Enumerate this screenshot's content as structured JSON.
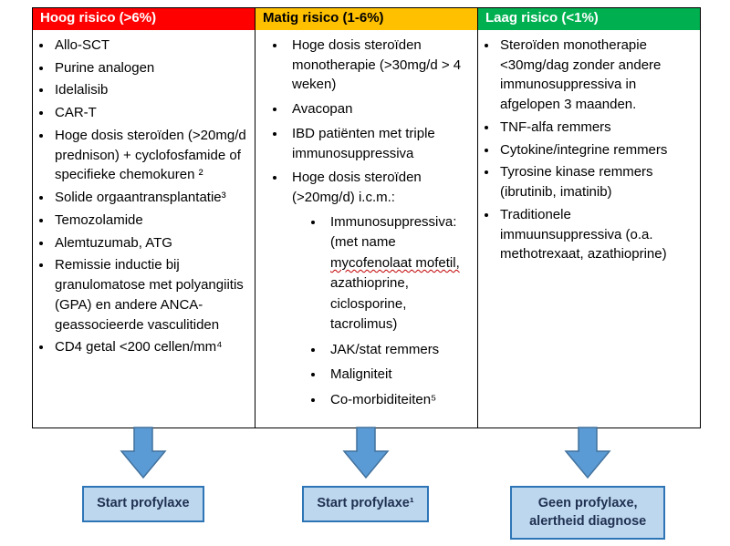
{
  "diagram": {
    "palette": {
      "box_bg": "#bdd7ee",
      "box_border": "#2e75b6",
      "arrow_fill": "#5b9bd5",
      "arrow_stroke": "#41719c"
    },
    "columns": [
      {
        "header": "Hoog risico (>6%)",
        "header_bg": "#ff0000",
        "header_color": "#ffffff",
        "items": [
          "Allo-SCT",
          "Purine analogen",
          "Idelalisib",
          "CAR-T",
          "Hoge dosis steroïden (>20mg/d prednison) + cyclofosfamide of specifieke chemokuren ²",
          "Solide orgaantransplantatie³",
          "Temozolamide",
          "Alemtuzumab, ATG",
          "Remissie inductie bij granulomatose met polyangiitis (GPA) en andere ANCA-geassocieerde vasculitiden",
          "CD4 getal <200 cellen/mm⁴"
        ],
        "box_label": "Start profylaxe"
      },
      {
        "header": "Matig risico (1-6%)",
        "header_bg": "#ffc000",
        "header_color": "#000000",
        "items": [
          "Hoge dosis steroïden monotherapie (>30mg/d > 4 weken)",
          "Avacopan",
          "IBD patiënten met triple immunosuppressiva",
          {
            "text": "Hoge dosis steroïden (>20mg/d) i.c.m.:",
            "children": [
              {
                "text": "Immunosuppressiva: (met name mycofenolaat mofetil, azathioprine, ciclosporine, tacrolimus)",
                "wavy": "mycofenolaat mofetil,"
              },
              "JAK/stat remmers",
              "Maligniteit",
              "Co-morbiditeiten⁵"
            ]
          }
        ],
        "box_label": "Start profylaxe¹"
      },
      {
        "header": "Laag risico (<1%)",
        "header_bg": "#00b050",
        "header_color": "#ffffff",
        "items": [
          "Steroïden monotherapie <30mg/dag zonder andere immunosuppressiva in afgelopen 3 maanden.",
          "TNF-alfa remmers",
          "Cytokine/integrine remmers",
          "Tyrosine kinase remmers (ibrutinib, imatinib)",
          "Traditionele immuunsuppressiva (o.a. methotrexaat, azathioprine)"
        ],
        "box_label": "Geen profylaxe, alertheid diagnose"
      }
    ]
  }
}
